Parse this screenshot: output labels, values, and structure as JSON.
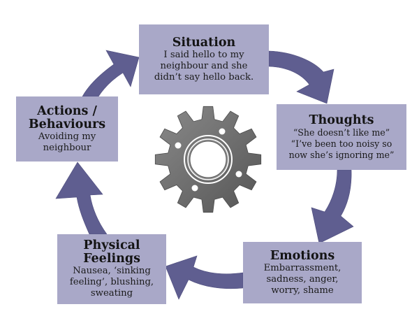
{
  "diagram": {
    "type": "cycle",
    "center_icon": "gear-icon",
    "colors": {
      "box_fill": "#a9a8c8",
      "arrow_fill": "#5f5e90",
      "gear_fill": "#6b6b6b",
      "text": "#1a1a1a"
    },
    "nodes": [
      {
        "id": "situation",
        "title": "Situation",
        "lines": [
          "I said hello to my",
          "neighbour and she",
          "didn’t say hello back."
        ]
      },
      {
        "id": "thoughts",
        "title": "Thoughts",
        "lines": [
          "“She doesn’t like me”",
          "“I’ve been too noisy so",
          "now she’s ignoring me”"
        ]
      },
      {
        "id": "emotions",
        "title": "Emotions",
        "lines": [
          "Embarrassment,",
          "sadness, anger,",
          "worry, shame"
        ]
      },
      {
        "id": "physical",
        "title_lines": [
          "Physical",
          "Feelings"
        ],
        "lines": [
          "Nausea, ‘sinking",
          "feeling’, blushing,",
          "sweating"
        ]
      },
      {
        "id": "actions",
        "title_lines": [
          "Actions /",
          "Behaviours"
        ],
        "lines": [
          "Avoiding my",
          "neighbour"
        ]
      }
    ],
    "edges": [
      {
        "from": "situation",
        "to": "thoughts"
      },
      {
        "from": "thoughts",
        "to": "emotions"
      },
      {
        "from": "emotions",
        "to": "physical"
      },
      {
        "from": "physical",
        "to": "actions"
      },
      {
        "from": "actions",
        "to": "situation"
      }
    ]
  }
}
